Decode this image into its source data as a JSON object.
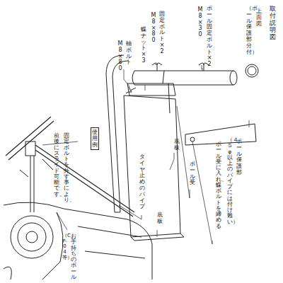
{
  "diagram": {
    "title": "取付説明図",
    "labels": [
      "上面図",
      "（ポール保護部分付）",
      "ポール固定ボルト×2",
      "M8×30",
      "固定ボルト×2",
      "M8×80",
      "蝶ナット×3",
      "軸ボルト",
      "M8×80",
      "ポール保護部",
      "（４５φ以上のパイプには付け難い）",
      "ポール受に入れ、蝶ボルトを締める",
      "ポール受",
      "底板",
      "タイヤ止めのパイプ",
      "底板",
      "使用例",
      "固定ボルトを外す事により、",
      "前後にスライド可能です。",
      "お手持ちのポール",
      "（CP-04等）"
    ]
  }
}
